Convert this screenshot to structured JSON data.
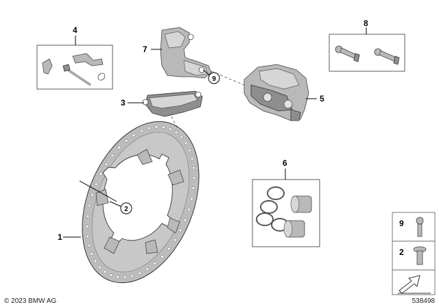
{
  "callouts": {
    "c1": "1",
    "c3": "3",
    "c4": "4",
    "c5": "5",
    "c6": "6",
    "c7": "7",
    "c8": "8",
    "c9_circled": "9",
    "c2_circled": "2"
  },
  "legend": {
    "item1_number": "9",
    "item2_number": "2"
  },
  "footer": {
    "copyright": "© 2023 BMW AG",
    "diagram_number": "538498"
  }
}
